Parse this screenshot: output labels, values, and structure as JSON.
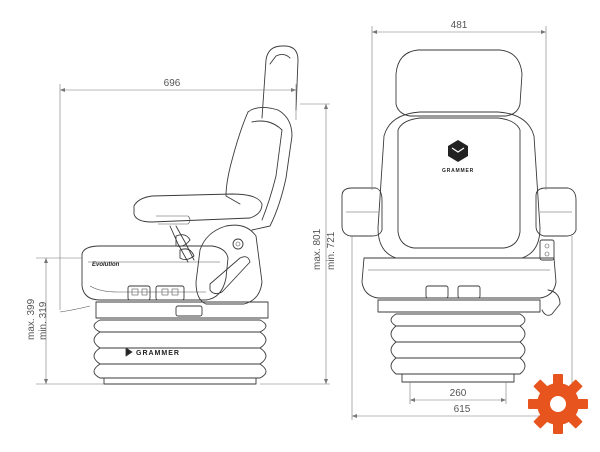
{
  "dimensions": {
    "width_front": "481",
    "depth_side": "696",
    "height_max": "max. 801",
    "height_min": "min. 721",
    "seat_height_max": "max. 399",
    "seat_height_min": "min. 319",
    "base_width": "260",
    "overall_width": "615"
  },
  "branding": {
    "front_logo_text": "GRAMMER",
    "side_base_logo_text": "GRAMMER",
    "side_model_text": "Evolution"
  },
  "colors": {
    "line": "#3a3a3a",
    "accent": "#e8541e"
  },
  "icons": {
    "corner": "gear-icon"
  }
}
